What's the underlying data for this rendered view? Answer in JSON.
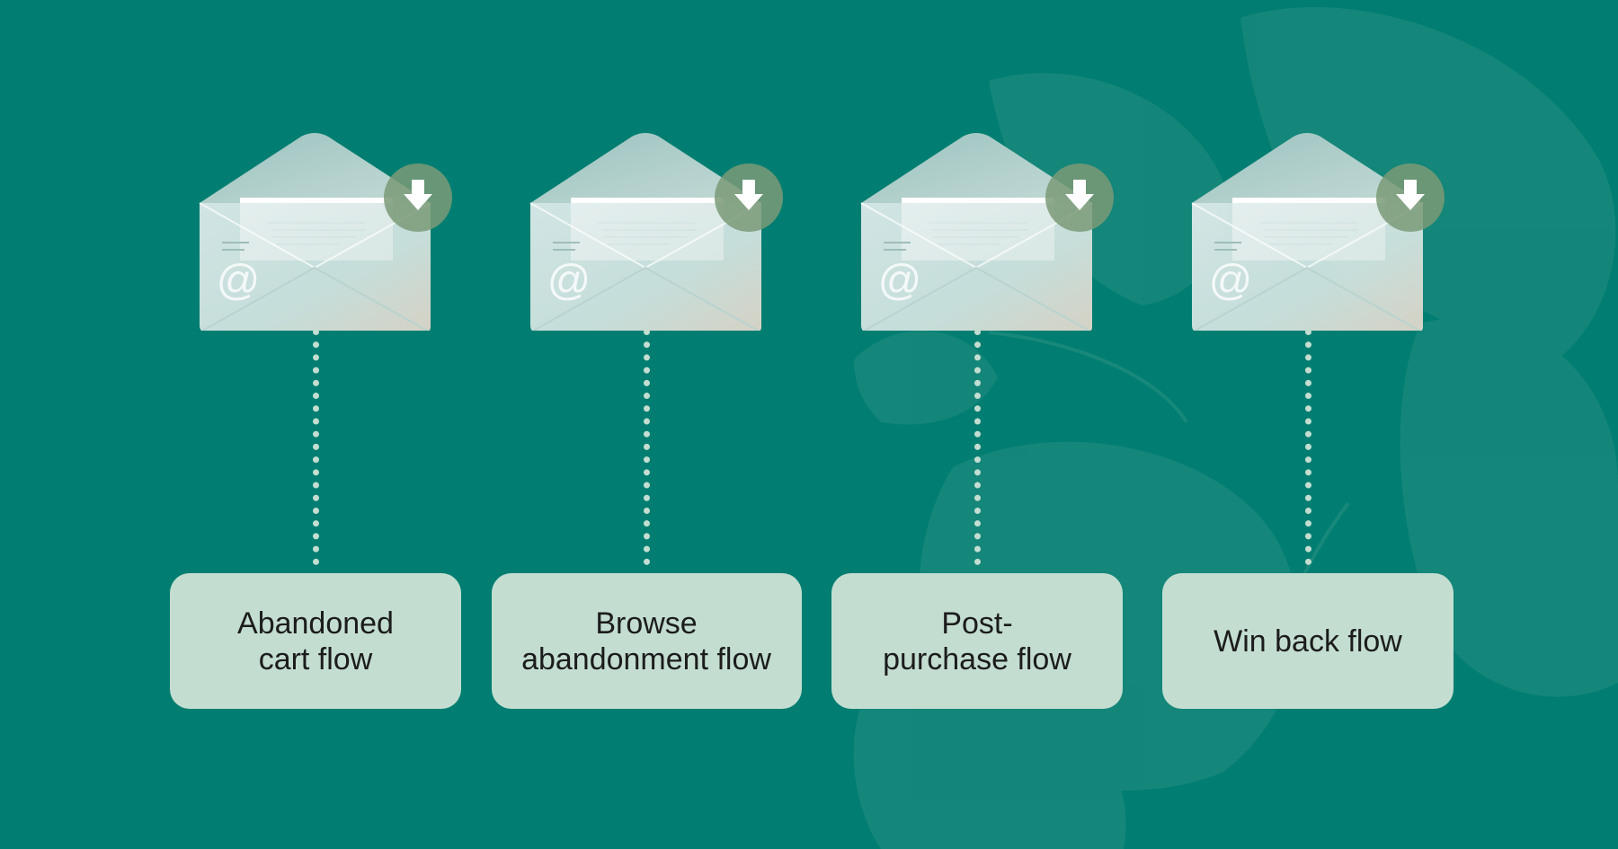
{
  "colors": {
    "background": "#017e71",
    "label_box": "#c3ded1",
    "connector": "#c3ded1",
    "text": "#1c1c1c"
  },
  "flows": [
    {
      "label": "Abandoned\ncart flow"
    },
    {
      "label": "Browse\nabandonment flow"
    },
    {
      "label": "Post-\npurchase flow"
    },
    {
      "label": "Win back flow"
    }
  ]
}
